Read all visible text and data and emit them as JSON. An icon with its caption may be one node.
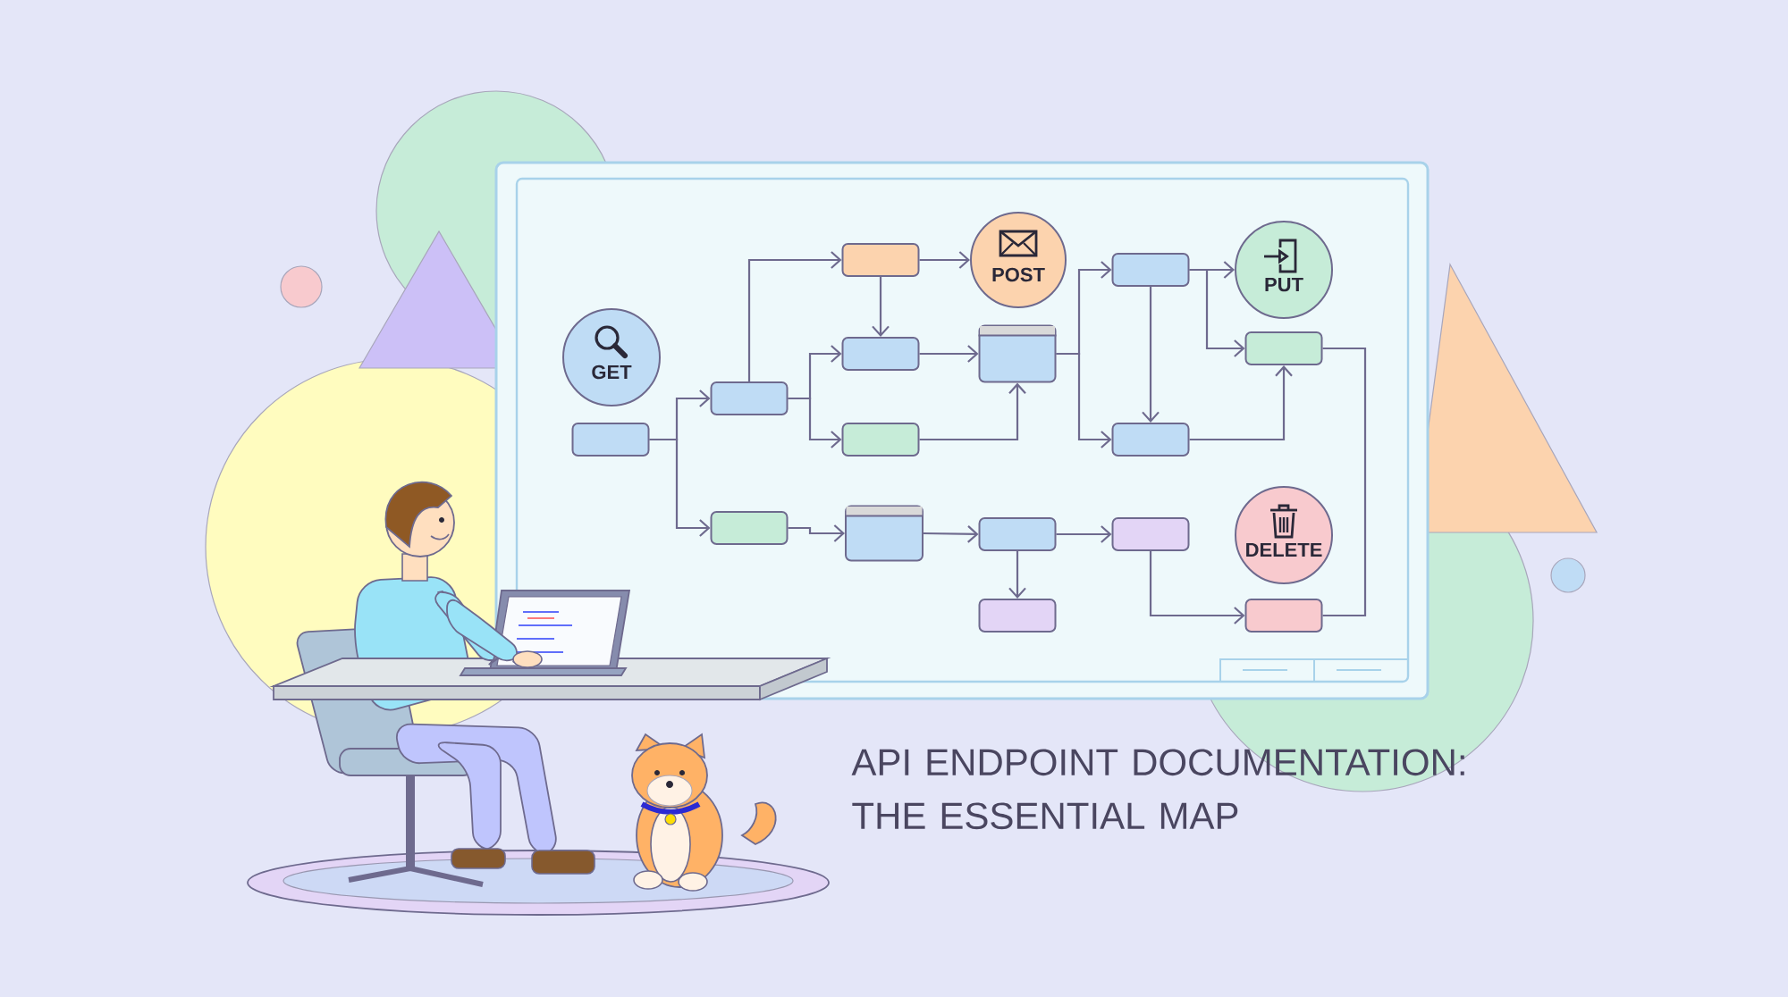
{
  "diagram": {
    "title": "API ENDPOINT DOCUMENTATION: THE ESSENTIAL MAP",
    "nodes": [
      {
        "text": [
          "GET"
        ]
      },
      {
        "text": [],
        "shape": "box"
      },
      {
        "text": [],
        "shape": "box"
      },
      {
        "text": [],
        "shape": "box"
      },
      {
        "text": [],
        "shape": "box"
      },
      {
        "text": [
          "POST"
        ]
      },
      {
        "text": [],
        "shape": "box"
      },
      {
        "text": [],
        "shape": "box"
      },
      {
        "text": [],
        "shape": "box"
      },
      {
        "text": [],
        "shape": "box"
      },
      {
        "text": [],
        "shape": "box"
      },
      {
        "text": [],
        "shape": "box"
      },
      {
        "text": [],
        "shape": "box"
      },
      {
        "text": [
          "PUT"
        ]
      },
      {
        "text": [],
        "shape": "box"
      },
      {
        "text": [],
        "shape": "box"
      },
      {
        "text": [],
        "shape": "box"
      },
      {
        "text": [
          "DELETE"
        ]
      },
      {
        "text": [],
        "shape": "box"
      }
    ],
    "edges": [
      {
        "from": 1,
        "to": 2,
        "arrow": "to"
      },
      {
        "from": 1,
        "to": 3,
        "arrow": "to"
      },
      {
        "from": 2,
        "to": 4,
        "arrow": "to"
      },
      {
        "from": 2,
        "to": 6,
        "arrow": "to"
      },
      {
        "from": 2,
        "to": 7,
        "arrow": "to"
      },
      {
        "from": 4,
        "to": 5,
        "arrow": "to"
      },
      {
        "from": 4,
        "to": 6,
        "arrow": "to"
      },
      {
        "from": 6,
        "to": 8,
        "arrow": "to"
      },
      {
        "from": 7,
        "to": 8,
        "arrow": "to"
      },
      {
        "from": 8,
        "to": 12,
        "arrow": "to"
      },
      {
        "from": 8,
        "to": 15,
        "arrow": "to"
      },
      {
        "from": 12,
        "to": 13,
        "arrow": "to"
      },
      {
        "from": 12,
        "to": 14,
        "arrow": "to"
      },
      {
        "from": 12,
        "to": 15,
        "arrow": "to"
      },
      {
        "from": 15,
        "to": 14,
        "arrow": "to"
      },
      {
        "from": 3,
        "to": 9,
        "arrow": "to"
      },
      {
        "from": 9,
        "to": 10,
        "arrow": "to"
      },
      {
        "from": 10,
        "to": 11,
        "arrow": "to"
      },
      {
        "from": 10,
        "to": 16,
        "arrow": "to"
      },
      {
        "from": 16,
        "to": 18,
        "arrow": "to"
      },
      {
        "from": 14,
        "to": 18,
        "arrow": "none"
      }
    ]
  }
}
